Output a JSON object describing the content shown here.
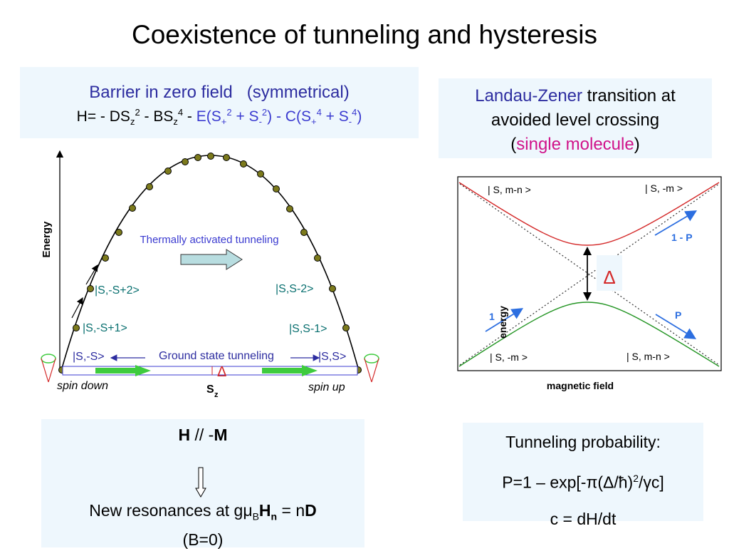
{
  "title": "Coexistence of tunneling and hysteresis",
  "barrier": {
    "heading_a": "Barrier in zero field",
    "heading_b": "(symmetrical)",
    "ham_prefix": "H= - DS",
    "ham_sub1": "z",
    "ham_sup1": "2",
    "ham_mid1": " - BS",
    "ham_sub2": "z",
    "ham_sup2": "4",
    "ham_mid2": " - ",
    "ham_e": "E(S",
    "ham_sub3": "+",
    "ham_sup3": "2",
    "ham_plus": " + S",
    "ham_sub4": "-",
    "ham_sup4": "2",
    "ham_close": ")",
    "ham_c": " - C(S",
    "ham_sub5": "+",
    "ham_sup5": "4",
    "ham_plus2": " + S",
    "ham_sub6": "-",
    "ham_sup6": "4",
    "ham_close2": ")"
  },
  "landau": {
    "lz": "Landau-Zener",
    "rest1": " transition at",
    "line2": "avoided level crossing",
    "paren_open": "(",
    "single": "single molecule",
    "paren_close": ")"
  },
  "left_diagram": {
    "energy_label": "Energy",
    "thermal": "Thermally activated tunneling",
    "s_m_s2": "|S,-S+2>",
    "s_s_2": "|S,S-2>",
    "s_m_s1": "|S,-S+1>",
    "s_s_1": "|S,S-1>",
    "s_m_s": "|S,-S>",
    "s_s": "|S,S>",
    "ground": "Ground state tunneling",
    "delta": "Δ",
    "spin_down": "spin down",
    "spin_up": "spin up",
    "sz": "S",
    "sz_sub": "z"
  },
  "right_diagram": {
    "tl": "| S, m-n >",
    "tr": "| S, -m >",
    "bl": "| S, -m >",
    "br": "| S, m-n >",
    "one_minus_p": "1 - P",
    "one": "1",
    "p": "P",
    "energy": "energy",
    "delta": "Δ",
    "xlabel": "magnetic field"
  },
  "bottom_left": {
    "h": "H",
    "sep": " // -",
    "m": "M",
    "new_res": "New resonances  at  gμ",
    "b_sub": "B",
    "h_bold": "H",
    "n_sub": "n",
    "eq": " =  n",
    "d_bold": "D",
    "b0": "(B=0)"
  },
  "bottom_right": {
    "line1": "Tunneling   probability:",
    "line2a": "P=1 – exp[-π(Δ/ħ)",
    "line2sup": "2",
    "line2b": "/γc]",
    "line3": "c = dH/dt"
  },
  "colors": {
    "accent_blue": "#2d2da0",
    "level_blue": "#3b3bd0",
    "teal": "#0a7070",
    "magenta": "#d0138a",
    "box_bg": "#eef7fd",
    "dot_fill": "#7c7a1c",
    "green_arrow": "#3ecb3e",
    "upper_curve": "#d42a2a",
    "lower_curve": "#249524",
    "arrow_blue": "#2c6ee0"
  }
}
